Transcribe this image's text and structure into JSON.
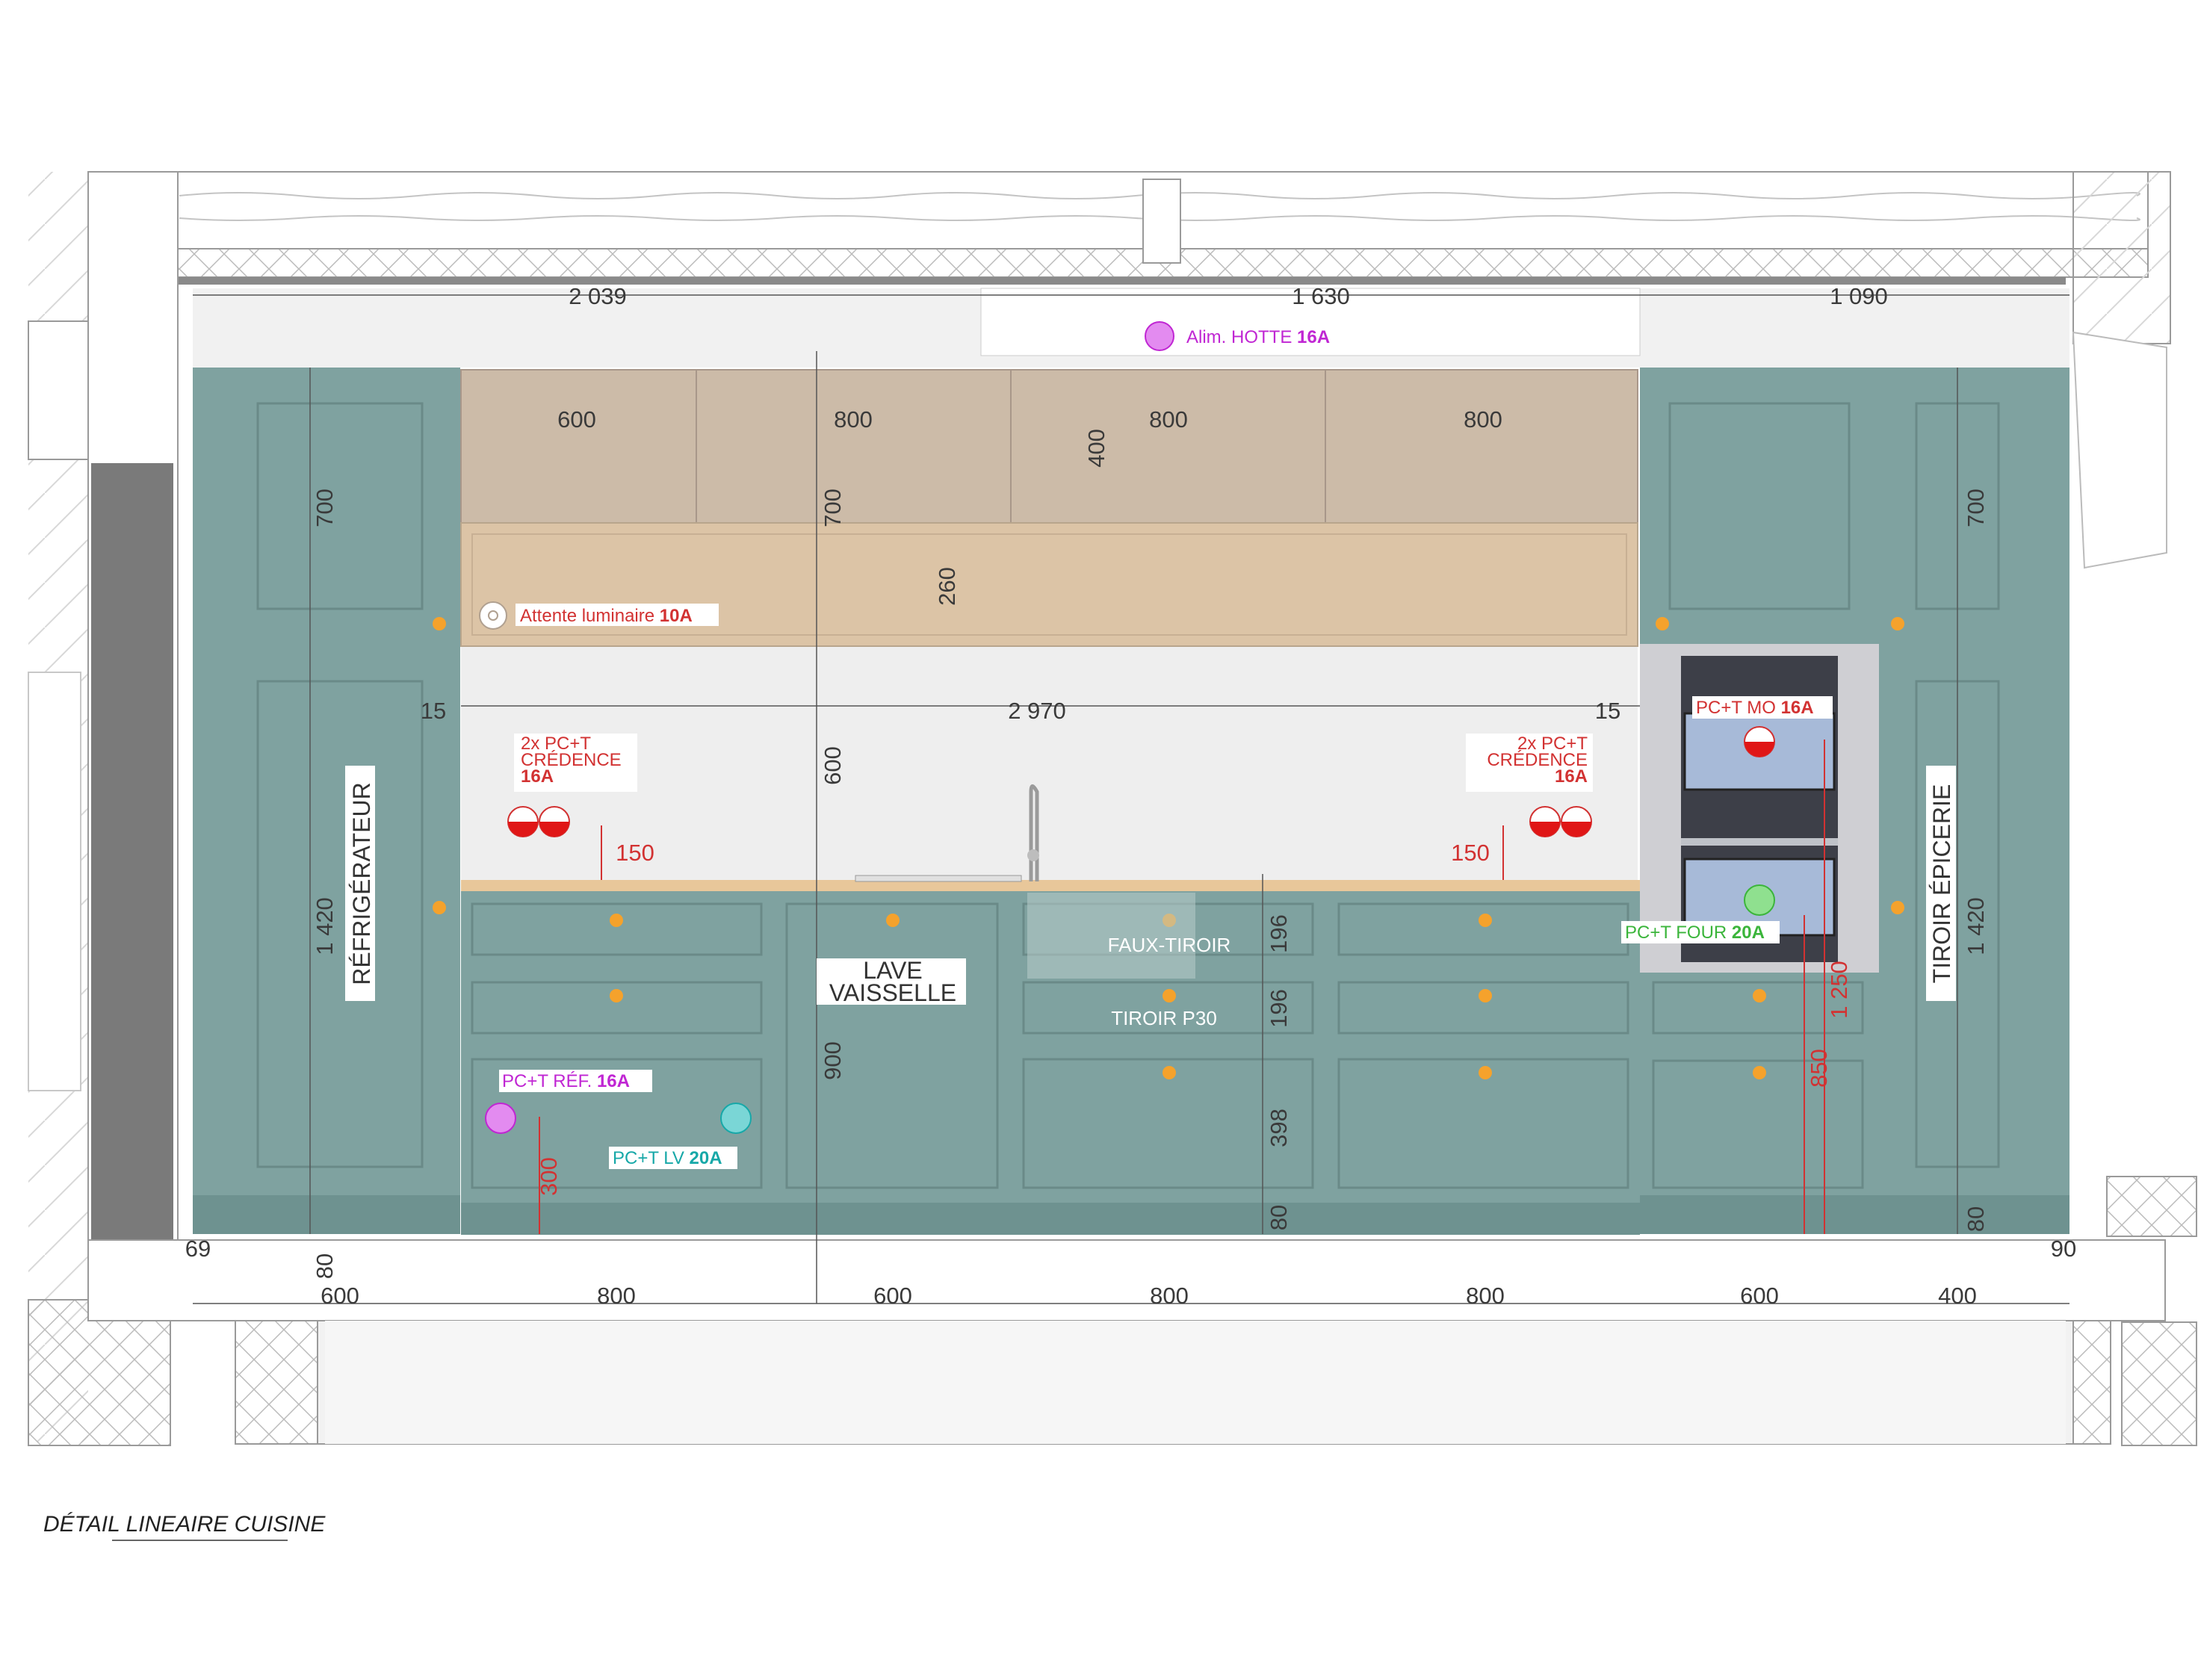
{
  "title": "DÉTAIL LINEAIRE CUISINE",
  "colors": {
    "cabinet": "#7fa2a0",
    "cabinet_dark": "#6e9290",
    "upper_wood": "#ccbba8",
    "light_wood": "#dcc4a6",
    "worktop": "#e8c79a",
    "knob": "#f5a22c",
    "oven": "#a7bad8",
    "red": "#d23232",
    "magenta": "#c026d3",
    "teal": "#17a8a8",
    "green": "#3bb53b"
  },
  "top_dims": [
    "2 039",
    "1 630",
    "1 090"
  ],
  "upper_dims": [
    "600",
    "800",
    "800",
    "800"
  ],
  "vertical_dims": {
    "tall_left_upper": "700",
    "tall_right_upper": "700",
    "upper_height": "400",
    "upper_side": "700",
    "under_shelf": "260",
    "splash": "600",
    "lower_full": "900",
    "tall_left_lower": "1 420",
    "tall_right_lower": "1 420",
    "drawer1": "196",
    "drawer2": "196",
    "drawer3": "398",
    "plinth_mid": "80",
    "plinth_left": "80",
    "plinth_right": "80",
    "oven_top": "1 250",
    "oven_low": "850",
    "ref_height": "300"
  },
  "span_dims": {
    "splash_width": "2 970",
    "left_gap": "15",
    "right_gap": "15",
    "outlet_left": "150",
    "outlet_right": "150"
  },
  "bottom_dims": [
    "600",
    "800",
    "600",
    "800",
    "800",
    "600",
    "400"
  ],
  "edge_dims": {
    "left": "69",
    "right": "90"
  },
  "labels": {
    "refrigerator": "RÉFRIGÉRATEUR",
    "tiroir_epicerie": "TIROIR ÉPICERIE",
    "lave_line1": "LAVE",
    "lave_line2": "VAISSELLE",
    "faux_tiroir": "FAUX-TIROIR",
    "tiroir_p30": "TIROIR P30"
  },
  "electric": {
    "hotte": {
      "text": "Alim. HOTTE ",
      "amp": "16A"
    },
    "luminaire": {
      "text": "Attente luminaire ",
      "amp": "10A"
    },
    "credence_left": {
      "l1": "2x PC+T",
      "l2": "CRÉDENCE",
      "amp": "16A"
    },
    "credence_right": {
      "l1": "2x PC+T",
      "l2": "CRÉDENCE",
      "amp": "16A"
    },
    "mo": {
      "text": "PC+T MO ",
      "amp": "16A"
    },
    "four": {
      "text": "PC+T FOUR ",
      "amp": "20A"
    },
    "ref": {
      "text": "PC+T RÉF. ",
      "amp": "16A"
    },
    "lv": {
      "text": "PC+T LV ",
      "amp": "20A"
    }
  }
}
